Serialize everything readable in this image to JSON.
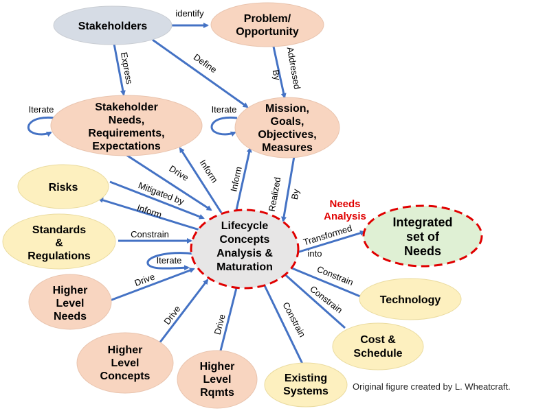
{
  "colors": {
    "arrow": "#4472c4",
    "stakeholders_fill": "#d6dce5",
    "problem_fill": "#f8d5c0",
    "needs_fill": "#f8d5c0",
    "yellow_fill": "#fdf0bf",
    "center_fill": "#e7e6e6",
    "integrated_fill": "#dff0d4",
    "dashed_red": "#e00000"
  },
  "nodes": {
    "stakeholders": "Stakeholders",
    "problem": [
      "Problem/",
      "Opportunity"
    ],
    "needs": [
      "Stakeholder",
      "Needs,",
      "Requirements,",
      "Expectations"
    ],
    "mission": [
      "Mission,",
      "Goals,",
      "Objectives,",
      "Measures"
    ],
    "risks": "Risks",
    "standards": [
      "Standards",
      "&",
      "Regulations"
    ],
    "center": [
      "Lifecycle",
      "Concepts",
      "Analysis &",
      "Maturation"
    ],
    "integrated": [
      "Integrated",
      "set of",
      "Needs"
    ],
    "higher_needs": [
      "Higher",
      "Level",
      "Needs"
    ],
    "higher_concepts": [
      "Higher",
      "Level",
      "Concepts"
    ],
    "higher_rqmts": [
      "Higher",
      "Level",
      "Rqmts"
    ],
    "existing_systems": [
      "Existing",
      "Systems"
    ],
    "cost_schedule": [
      "Cost &",
      "Schedule"
    ],
    "technology": "Technology"
  },
  "edges": {
    "identify": "identify",
    "express": "Express",
    "define": "Define",
    "addressed_by": [
      "Addressed",
      "By"
    ],
    "iterate_needs": "Iterate",
    "iterate_mission": "Iterate",
    "iterate_center": "Iterate",
    "drive_needs": "Drive",
    "inform_needs": "Inform",
    "inform_mission": "Inform",
    "realized_by": [
      "Realized",
      "By"
    ],
    "mitigated_by": "Mitigated by",
    "inform_risks": "Inform",
    "constrain_standards": "Constrain",
    "transformed_into": [
      "Transformed",
      "into"
    ],
    "constrain_technology": "Constrain",
    "constrain_cost": "Constrain",
    "drive_higher_needs": "Drive",
    "drive_higher_concepts": "Drive",
    "drive_higher_rqmts": "Drive",
    "constrain_existing": "Constrain"
  },
  "needs_analysis_label": [
    "Needs",
    "Analysis"
  ],
  "credit": "Original figure created by L. Wheatcraft."
}
